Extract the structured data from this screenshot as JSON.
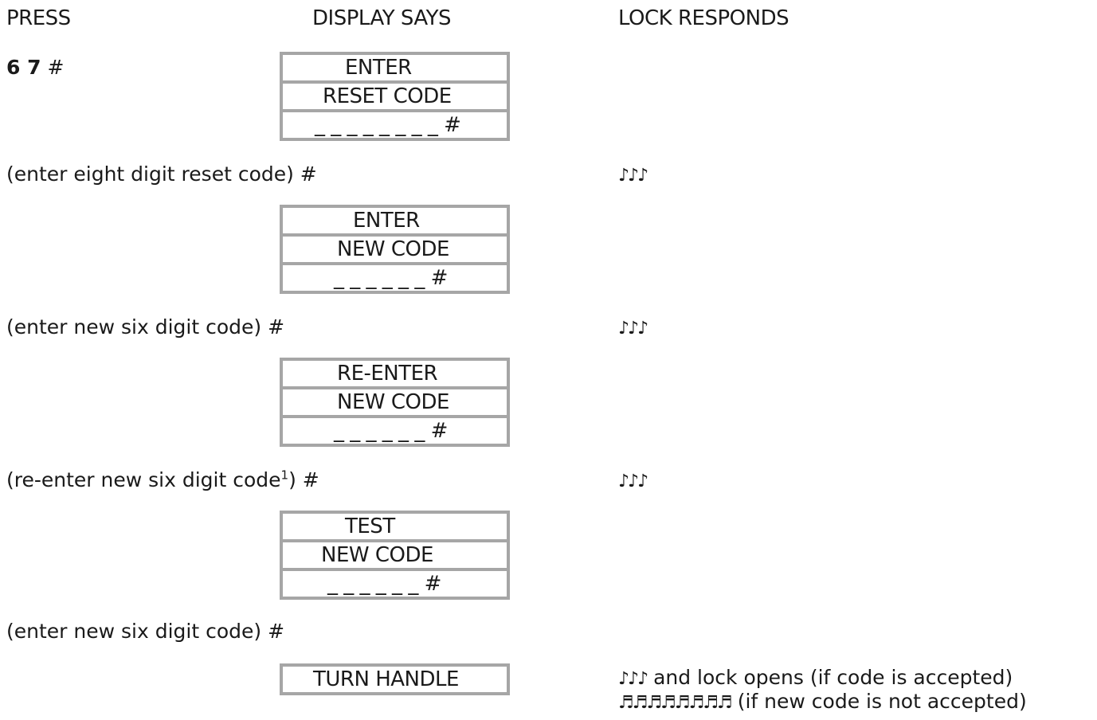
{
  "headers": {
    "press": "PRESS",
    "display": "DISPLAY SAYS",
    "lock": "LOCK RESPONDS"
  },
  "step1": {
    "press_digits": "6 7",
    "press_hash": "#",
    "display": [
      "ENTER",
      "RESET CODE",
      "_ _ _ _ _ _ _ _ #"
    ]
  },
  "step2": {
    "press": "(enter eight digit reset code) #",
    "response": "♪♪♪",
    "display": [
      "ENTER",
      "NEW CODE",
      "_ _ _ _ _ _ #"
    ]
  },
  "step3": {
    "press": "(enter new six digit code) #",
    "response": "♪♪♪",
    "display": [
      "RE-ENTER",
      "NEW CODE",
      "_ _ _ _ _ _ #"
    ]
  },
  "step4": {
    "press_before": "(re-enter new six digit code",
    "press_sup": "1",
    "press_after": ") #",
    "response": "♪♪♪",
    "display": [
      "TEST",
      "NEW CODE",
      "_ _ _ _ _ _ #"
    ]
  },
  "step5": {
    "press": "(enter new six digit code) #",
    "display": "TURN HANDLE",
    "response_accept_notes": "♪♪♪",
    "response_accept_text": " and lock opens (if code is accepted)",
    "response_reject_notes": "♬♬♬♬♬♬♬♬",
    "response_reject_text": " (if new code is not accepted)"
  }
}
